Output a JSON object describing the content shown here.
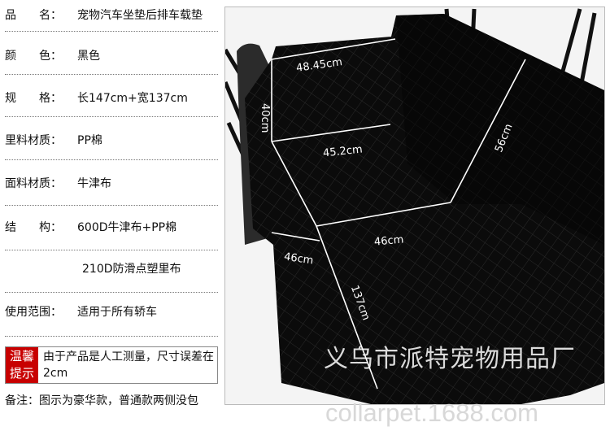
{
  "specs": [
    {
      "label": "品　　名：",
      "value": "宠物汽车坐垫后排车载垫"
    },
    {
      "label": "颜　　色：",
      "value": "黑色"
    },
    {
      "label": "规　　格：",
      "value": "长147cm+宽137cm"
    },
    {
      "label": "里料材质：",
      "value": "PP棉"
    },
    {
      "label": "面料材质：",
      "value": "牛津布"
    },
    {
      "label": "结　　构：",
      "value": "600D牛津布+PP棉"
    },
    {
      "label": "",
      "value": "210D防滑点塑里布"
    },
    {
      "label": "使用范围：",
      "value": "适用于所有轿车"
    }
  ],
  "tip": {
    "badge_line1": "温馨",
    "badge_line2": "提示",
    "text": "由于产品是人工测量，尺寸误差在2cm",
    "badge_color": "#c80000"
  },
  "note": "备注：图示为豪华款，普通款两侧没包",
  "photo": {
    "dimensions": {
      "top_width": "48.45cm",
      "back_height": "40cm",
      "seat_width": "45.2cm",
      "side_height": "56cm",
      "mid_width": "46cm",
      "left_flap": "46cm",
      "length": "137cm"
    },
    "watermark_company": "义乌市派特宠物用品厂",
    "watermark_url": "collarpet.1688.com"
  }
}
